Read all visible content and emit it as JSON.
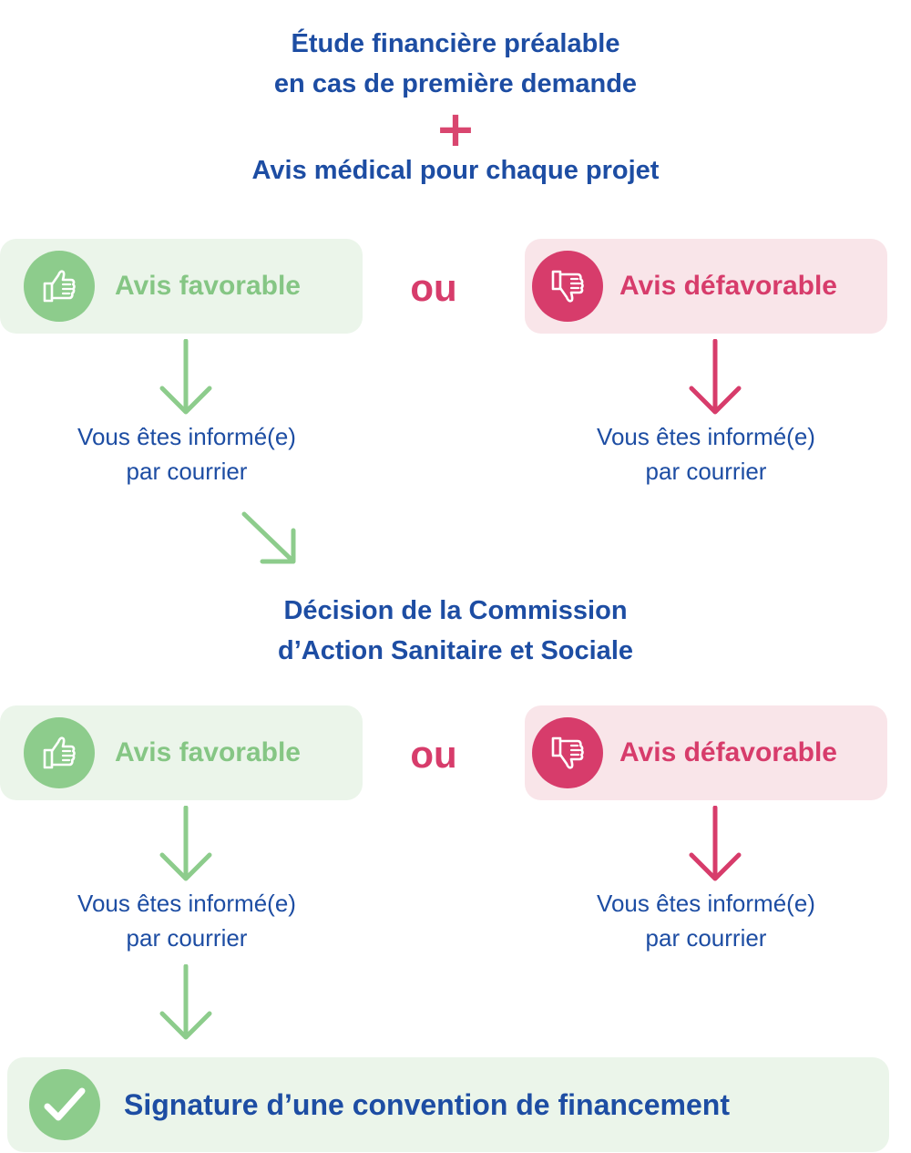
{
  "header": {
    "line1": "Étude financière préalable",
    "line2": "en cas de première demande",
    "plus": "+",
    "line3": "Avis médical pour chaque projet"
  },
  "step1": {
    "favorable_label": "Avis favorable",
    "or_label": "ou",
    "defavorable_label": "Avis défavorable",
    "info_favorable": [
      "Vous êtes informé(e)",
      "par courrier"
    ],
    "info_defavorable": [
      "Vous êtes informé(e)",
      "par courrier"
    ]
  },
  "commission": {
    "line1": "Décision de la Commission",
    "line2": "d’Action Sanitaire et Sociale"
  },
  "step2": {
    "favorable_label": "Avis favorable",
    "or_label": "ou",
    "defavorable_label": "Avis défavorable",
    "info_favorable": [
      "Vous êtes informé(e)",
      "par courrier"
    ],
    "info_defavorable": [
      "Vous êtes informé(e)",
      "par courrier"
    ]
  },
  "final": {
    "label": "Signature d’une convention de financement"
  },
  "colors": {
    "blue": "#1d4da3",
    "green": "#8dcc8c",
    "green_bg": "#ebf5ea",
    "pink": "#d73c6b",
    "pink_bg": "#f9e5e9"
  },
  "icons": {
    "favorable": "thumbs-up-icon",
    "defavorable": "thumbs-down-icon",
    "final": "check-icon",
    "arrows": "arrow-down-icon"
  }
}
